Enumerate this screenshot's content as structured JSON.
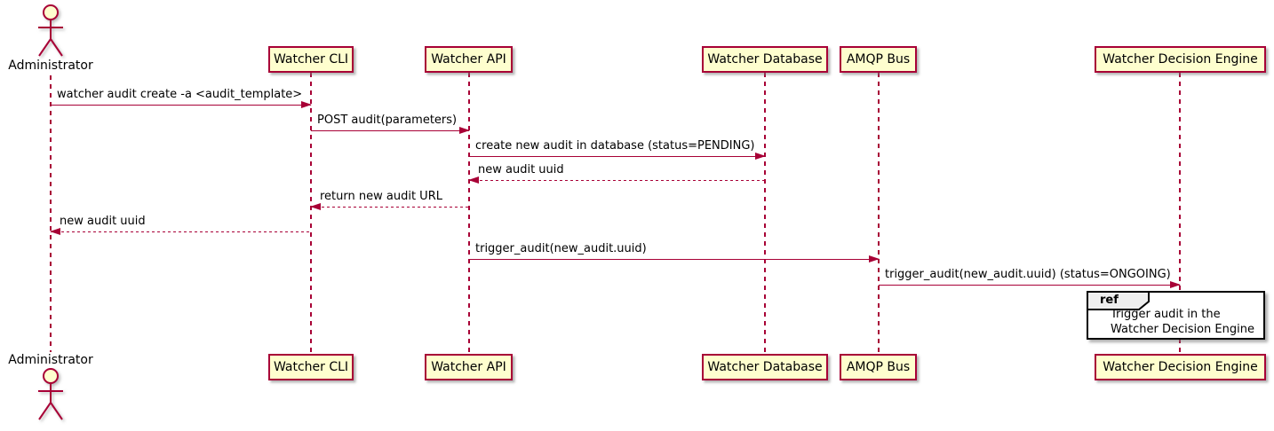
{
  "diagram_type": "sequence-diagram",
  "actor": {
    "label": "Administrator"
  },
  "participants": [
    {
      "label": "Watcher CLI"
    },
    {
      "label": "Watcher API"
    },
    {
      "label": "Watcher Database"
    },
    {
      "label": "AMQP Bus"
    },
    {
      "label": "Watcher Decision Engine"
    }
  ],
  "messages": [
    {
      "from": "Administrator",
      "to": "Watcher CLI",
      "text": "watcher audit create -a <audit_template>",
      "line": "solid",
      "direction": "right"
    },
    {
      "from": "Watcher CLI",
      "to": "Watcher API",
      "text": "POST audit(parameters)",
      "line": "solid",
      "direction": "right"
    },
    {
      "from": "Watcher API",
      "to": "Watcher Database",
      "text": "create new audit in database (status=PENDING)",
      "line": "solid",
      "direction": "right"
    },
    {
      "from": "Watcher Database",
      "to": "Watcher API",
      "text": "new audit uuid",
      "line": "dashed",
      "direction": "left"
    },
    {
      "from": "Watcher API",
      "to": "Watcher CLI",
      "text": "return new audit URL",
      "line": "dashed",
      "direction": "left"
    },
    {
      "from": "Watcher CLI",
      "to": "Administrator",
      "text": "new audit uuid",
      "line": "dashed",
      "direction": "left"
    },
    {
      "from": "Watcher API",
      "to": "AMQP Bus",
      "text": "trigger_audit(new_audit.uuid)",
      "line": "solid",
      "direction": "right"
    },
    {
      "from": "AMQP Bus",
      "to": "Watcher Decision Engine",
      "text": "trigger_audit(new_audit.uuid) (status=ONGOING)",
      "line": "solid",
      "direction": "right"
    }
  ],
  "ref": {
    "keyword": "ref",
    "target": "Watcher Decision Engine",
    "line1": "Trigger audit in the",
    "line2": "Watcher Decision Engine"
  },
  "colors": {
    "participant_fill": "#FEFECE",
    "stroke": "#A80036",
    "text": "#000000",
    "ref_border": "#000000",
    "ref_tab_fill": "#EEEEEE",
    "background": "#FFFFFF"
  }
}
